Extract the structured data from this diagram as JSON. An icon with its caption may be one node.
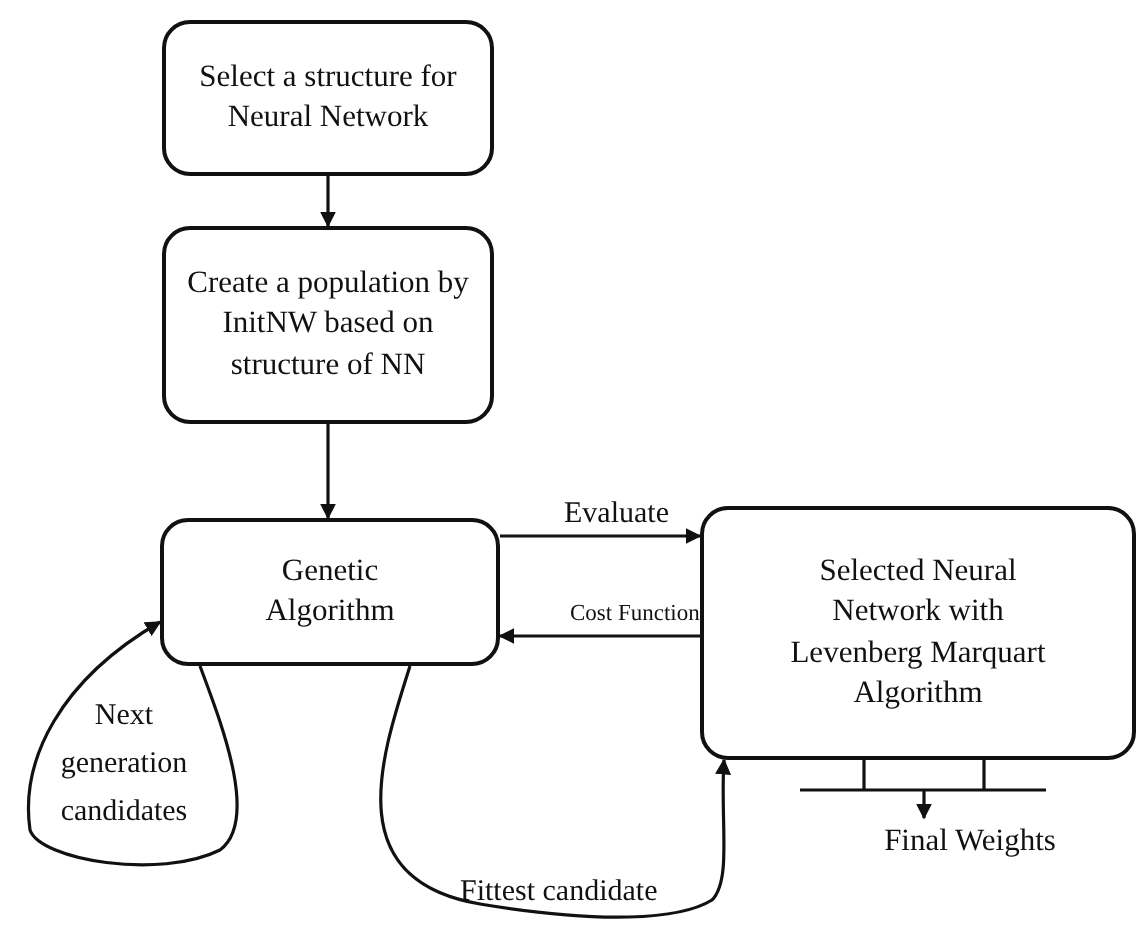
{
  "diagram": {
    "nodes": [
      {
        "text": [
          "Select  a structure for Neural Network"
        ]
      },
      {
        "text": [
          "Create a population by InitNW based on structure of NN"
        ]
      },
      {
        "text": [
          "Genetic Algorithm"
        ]
      },
      {
        "text": [
          "Selected Neural Network with Levenberg Marquart Algorithm"
        ]
      },
      {
        "text": [
          "Final Weights"
        ]
      }
    ],
    "edges": [
      {
        "from": 0,
        "to": 1,
        "arrow": "to"
      },
      {
        "from": 1,
        "to": 2,
        "arrow": "to"
      },
      {
        "from": 2,
        "to": 3,
        "arrow": "to",
        "label": "Evaluate"
      },
      {
        "from": 3,
        "to": 2,
        "arrow": "to",
        "label": "Cost Function"
      },
      {
        "from": 2,
        "to": 3,
        "arrow": "to",
        "label": "Fittest candidate"
      },
      {
        "from": 2,
        "to": 2,
        "arrow": "to",
        "label": "Next generation candidates"
      },
      {
        "from": 3,
        "to": 4,
        "arrow": "to"
      }
    ]
  }
}
